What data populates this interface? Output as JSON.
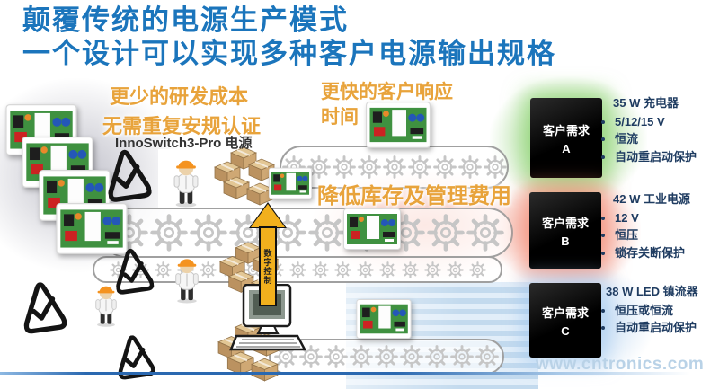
{
  "title": {
    "line1": "颠覆传统的电源生产模式",
    "line2": "一个设计可以实现多种客户电源输出规格"
  },
  "benefits": {
    "less_rd_cost": "更少的研发成本",
    "no_recert": "无需重复安规认证",
    "product_label": "InnoSwitch3-Pro 电源",
    "faster_response_line1": "更快的客户响应",
    "faster_response_line2": "时间",
    "lower_inventory": "降低库存及管理费用",
    "arrow_label": "数字控制"
  },
  "customers": [
    {
      "box_label": "客户需求",
      "box_letter": "A",
      "spec_title": "35 W 充电器",
      "bullets": [
        "5/12/15 V",
        "恒流",
        "自动重启动保护"
      ]
    },
    {
      "box_label": "客户需求",
      "box_letter": "B",
      "spec_title": "42 W 工业电源",
      "bullets": [
        "12 V",
        "恒压",
        "锁存关断保护"
      ]
    },
    {
      "box_label": "客户需求",
      "box_letter": "C",
      "spec_title": "38 W LED 镇流器",
      "bullets": [
        "恒压或恒流",
        "自动重启动保护"
      ]
    }
  ],
  "watermark": "www.cntronics.com",
  "colors": {
    "title_blue": "#1b75bc",
    "accent_orange": "#e8a33b",
    "spec_text": "#1f3c61",
    "glow_green": "#8fce6f",
    "glow_red": "#ef9a85",
    "panel_blue": "#cfe2f3",
    "watermark": "#b9d2e7",
    "arrow_yellow": "#f2b01d"
  },
  "belts": {
    "top_gears": 9,
    "mid_gears": 10,
    "mid2_gears": 17,
    "bottom_gears": 9
  }
}
